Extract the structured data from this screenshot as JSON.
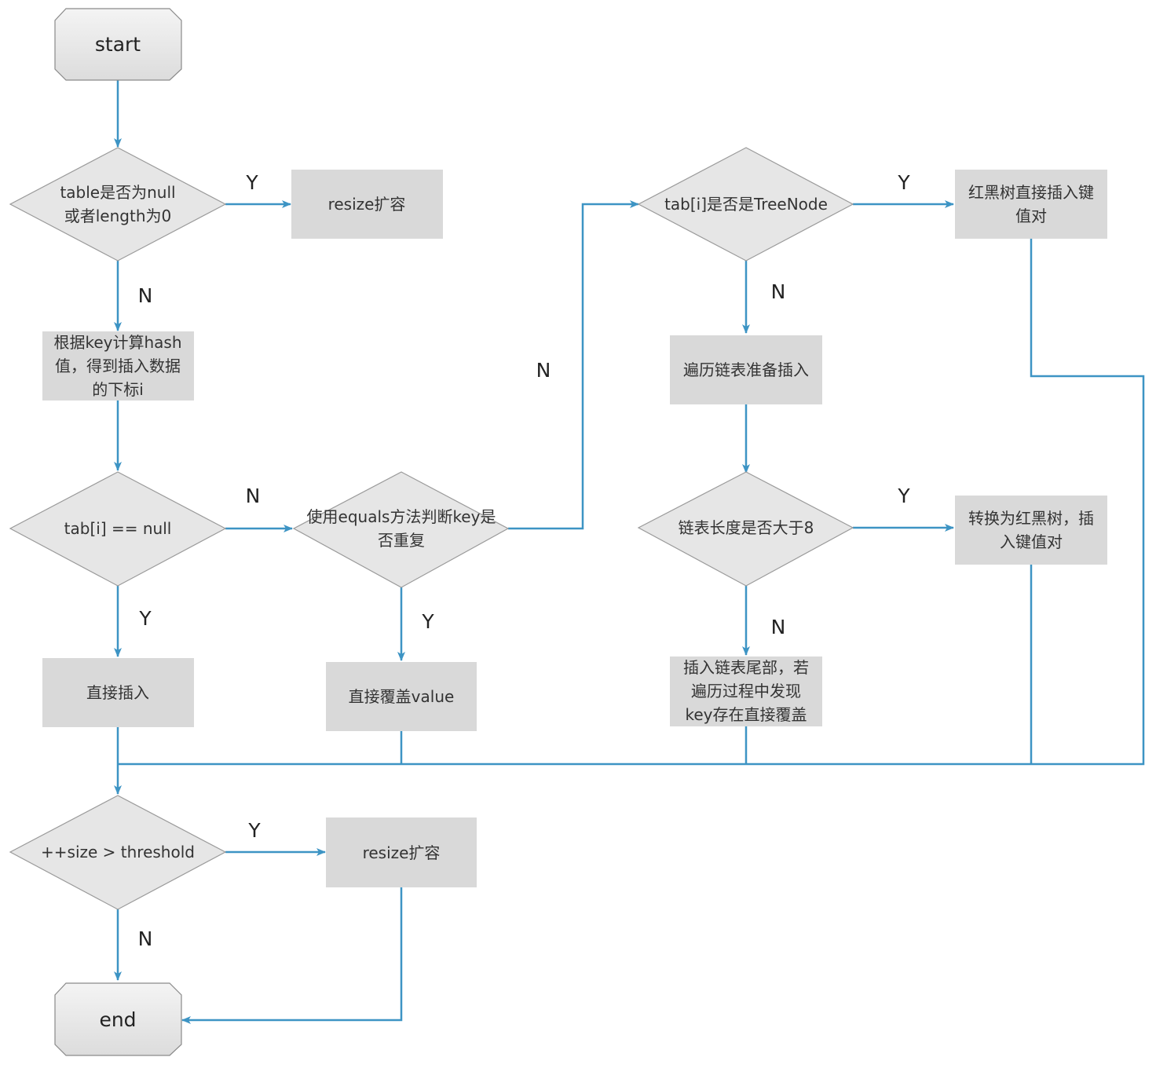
{
  "nodes": {
    "start": "start",
    "check_table": [
      "table是否为null",
      "或者length为0"
    ],
    "resize_first": [
      "resize扩容"
    ],
    "calc_hash": [
      "根据key计算hash",
      "值，得到插入数据",
      "的下标i"
    ],
    "check_tab_null": [
      "tab[i] == null"
    ],
    "check_equals": [
      "使用equals方法判断key是",
      "否重复"
    ],
    "check_treenode": [
      "tab[i]是否是TreeNode"
    ],
    "rbtree_insert": [
      "红黑树直接插入键",
      "值对"
    ],
    "traverse_list": [
      "遍历链表准备插入"
    ],
    "check_list_len": [
      "链表长度是否大于8"
    ],
    "convert_rbtree": [
      "转换为红黑树，插",
      "入键值对"
    ],
    "insert_direct": [
      "直接插入"
    ],
    "overwrite_value": [
      "直接覆盖value"
    ],
    "insert_tail": [
      "插入链表尾部，若",
      "遍历过程中发现",
      "key存在直接覆盖"
    ],
    "check_size": [
      "++size > threshold"
    ],
    "resize_second": [
      "resize扩容"
    ],
    "end": "end"
  },
  "edge_labels": {
    "table_yes": "Y",
    "table_no": "N",
    "tab_null_no": "N",
    "tab_null_yes": "Y",
    "equals_no": "N",
    "equals_yes": "Y",
    "treenode_yes": "Y",
    "treenode_no": "N",
    "list_len_yes": "Y",
    "list_len_no": "N",
    "size_yes": "Y",
    "size_no": "N"
  },
  "colors": {
    "edge": "#3d94c4",
    "box_fill": "#d9d9d9",
    "diamond_fill": "#e6e6e6",
    "terminal_fill": "#e8e8e8"
  }
}
